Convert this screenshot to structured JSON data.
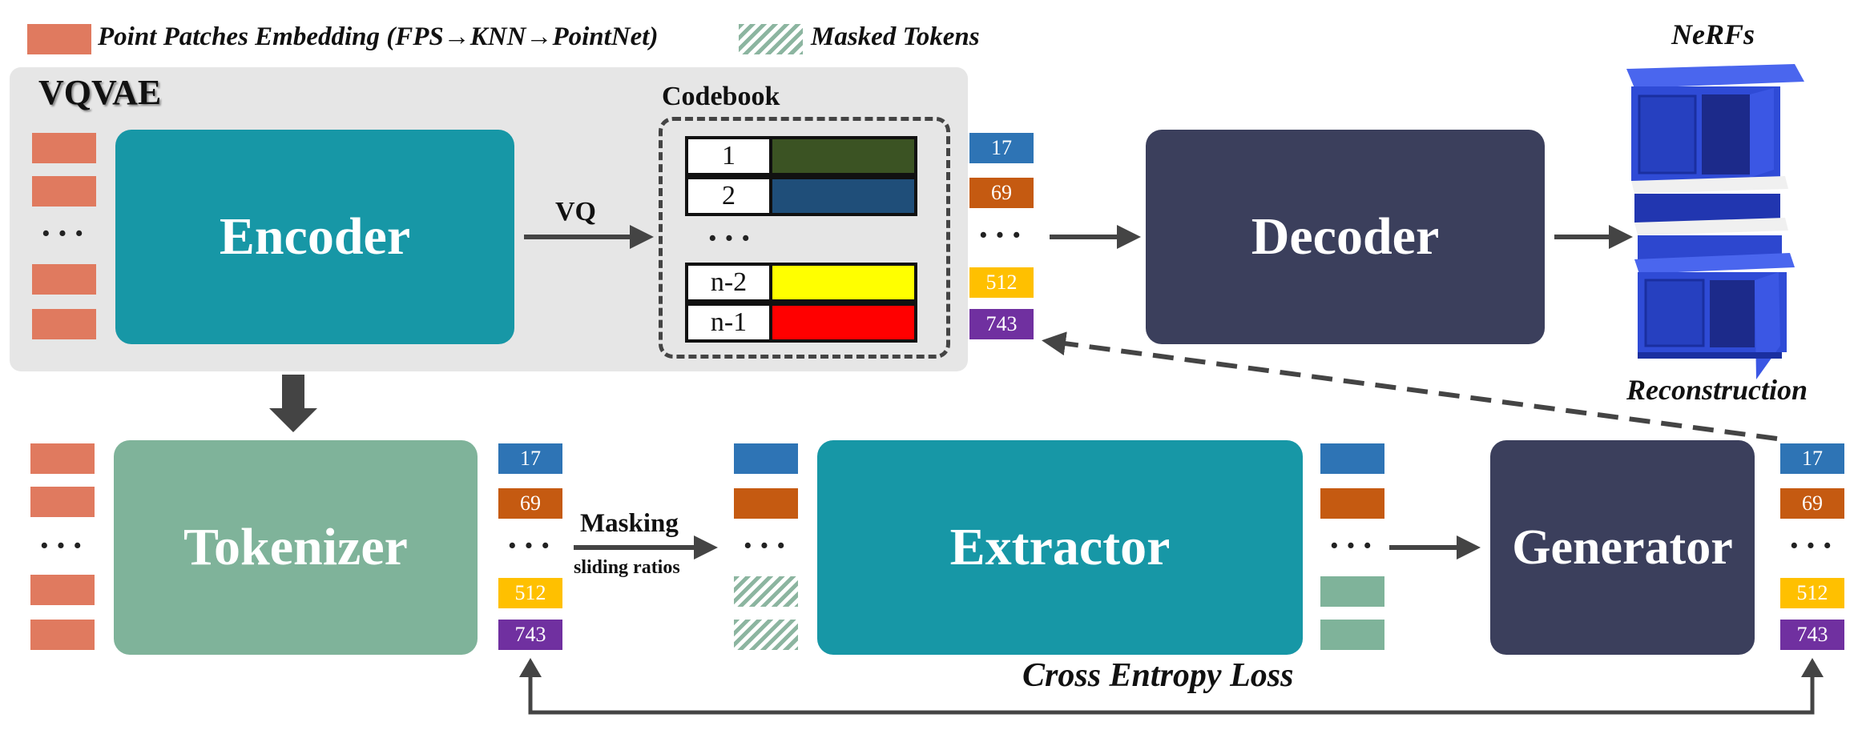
{
  "legend": {
    "patch_label": "Point Patches Embedding (FPS→KNN→PointNet)",
    "masked_label": "Masked Tokens"
  },
  "vqvae": {
    "title": "VQVAE",
    "encoder": "Encoder",
    "vq_label": "VQ",
    "codebook_title": "Codebook",
    "codebook_rows": [
      {
        "index": "1",
        "color": "#3b5323"
      },
      {
        "index": "2",
        "color": "#1f4e79"
      },
      {
        "index": "n-2",
        "color": "#ffff00"
      },
      {
        "index": "n-1",
        "color": "#ff0000"
      }
    ],
    "decoder": "Decoder"
  },
  "nerfs": {
    "title": "NeRFs",
    "caption": "Reconstruction"
  },
  "tokenizer": "Tokenizer",
  "masking": {
    "label": "Masking",
    "sublabel": "sliding ratios"
  },
  "extractor": "Extractor",
  "generator": "Generator",
  "loss_label": "Cross Entropy Loss",
  "tokens": [
    {
      "value": "17",
      "color": "#2e74b5"
    },
    {
      "value": "69",
      "color": "#c55a11"
    },
    {
      "value": "512",
      "color": "#ffc000"
    },
    {
      "value": "743",
      "color": "#7030a0"
    }
  ],
  "ellipsis": "···",
  "colors": {
    "patch": "#e07a5f",
    "encoder": "#1797a6",
    "decoder": "#3b3f5c",
    "tokenizer": "#7fb39a",
    "extractor": "#1797a6",
    "generator": "#3b3f5c",
    "vqvae_bg": "#e6e6e6",
    "cabinet": "#2f4bd6"
  }
}
